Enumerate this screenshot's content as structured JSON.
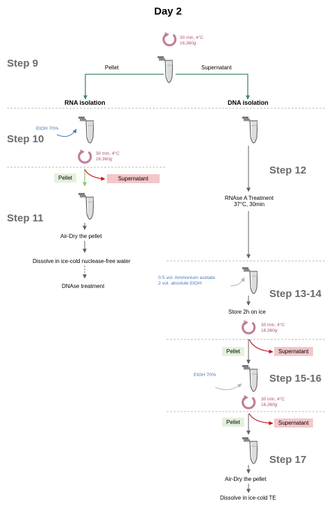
{
  "title": "Day 2",
  "colors": {
    "dashed_line": "#a9a9a9",
    "arrow_green": "#3e8a5c",
    "arrow_red": "#c0181e",
    "arrow_gray": "#606060",
    "centrifuge": "#c0809a",
    "reagent_blue": "#4a78b8",
    "pellet_box": "#e4f1dc",
    "supernatant_box": "#f4c6c8"
  },
  "icons": [
    "centrifuge-icon",
    "pipette-icon",
    "tube-icon"
  ],
  "steps": {
    "s9": "Step 9",
    "s10": "Step 10",
    "s11": "Step 11",
    "s12": "Step 12",
    "s13": "Step 13-14",
    "s15": "Step 15-16",
    "s17": "Step 17"
  },
  "centrifuge": {
    "line1": "30 min, 4°C",
    "line2": "16,360",
    "line2_unit": "g"
  },
  "split": {
    "pellet": "Pellet",
    "supernatant": "Supernatant"
  },
  "sections": {
    "rna": "RNA isolation",
    "dna": "DNA isolation"
  },
  "rna": {
    "etoh": "EtOH 70%",
    "pellet": "Pellet",
    "supernatant": "Supernatant",
    "airdry": "Air-Dry the pellet",
    "dissolve": "Dissolve in ice-cold nuclease-free water",
    "dnase": "DNAse treatment"
  },
  "dna": {
    "rnase_line1": "RNAse A Treatment",
    "rnase_line2": "37°C, 30min",
    "ammonium_line1": "0.5 vol. Ammonium acetate",
    "ammonium_line2": "2 vol. absolute EtOH",
    "store": "Store 2h on ice",
    "pellet": "Pellet",
    "supernatant": "Supernatant",
    "etoh": "EtOH 70%",
    "pellet2": "Pellet",
    "supernatant2": "Supernatant",
    "airdry": "Air-Dry the pellet",
    "dissolve": "Dissolve in ice-cold TE"
  }
}
